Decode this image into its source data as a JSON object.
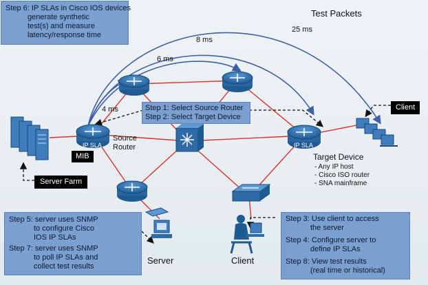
{
  "step6": [
    "Step 6: IP SLAs in Cisco IOS devices",
    "generate synthetic",
    "test(s) and measure",
    "latency/response time"
  ],
  "test_packets": "Test Packets",
  "latency_25": "25 ms",
  "latency_8": "8 ms",
  "latency_6": "6 ms",
  "latency_4": "4 ms",
  "steps_1_2": [
    "Step 1: Select Source Router",
    "Step 2: Select Target Device"
  ],
  "client_tag": "Client",
  "server_farm_tag": "Server Farm",
  "ip_sla_badge": "IP SLA",
  "mib": "MIB",
  "source_router": [
    "Source",
    "Router"
  ],
  "target_device": "Target Device",
  "target_list": [
    "- Any IP host",
    "- Cisco ISO router",
    "- SNA mainframe"
  ],
  "steps_5_7": [
    "Step 5: server uses SNMP",
    "to configure Cisco",
    "IOS IP SLAs",
    "Step 7: server uses SNMP",
    "to poll IP SLAs and",
    "collect test results"
  ],
  "steps_3_4_8": [
    "Step 3: Use client to access",
    "the server",
    "Step 4: Configure server to",
    "define IP SLAs",
    "Step 8: View test results",
    "(real time or historical)"
  ],
  "server_label": "Server",
  "client_label": "Client",
  "colors": {
    "callout": "#7b9fcf",
    "link": "#d8332b",
    "arrow": "#3f5fa6",
    "router": "#2e6aa4"
  }
}
